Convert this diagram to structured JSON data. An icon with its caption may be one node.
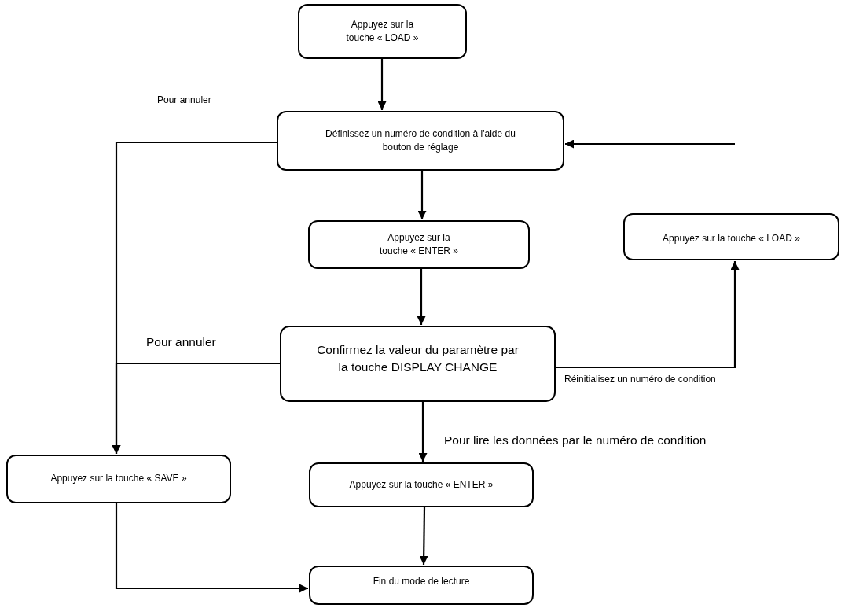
{
  "diagram": {
    "nodes": [
      {
        "text": [
          "Appuyez sur la touche « LOAD »"
        ]
      },
      {
        "text": [
          "Définissez un numéro de condition à l'aide du bouton de réglage"
        ]
      },
      {
        "text": [
          "Appuyez sur la touche « ENTER »"
        ]
      },
      {
        "text": [
          "Appuyez sur la touche « LOAD »"
        ]
      },
      {
        "text": [
          "Confirmez la valeur du paramètre par la touche DISPLAY CHANGE"
        ]
      },
      {
        "text": [
          "Appuyez sur la touche « SAVE »"
        ]
      },
      {
        "text": [
          "Appuyez sur la touche « ENTER »"
        ]
      },
      {
        "text": [
          "Fin du mode de lecture"
        ]
      }
    ],
    "edges": [
      {
        "from": 0,
        "to": 1,
        "arrow": "to"
      },
      {
        "from": null,
        "to": 1,
        "arrow": "to"
      },
      {
        "from": 1,
        "to": 5,
        "arrow": "to",
        "label": "Pour annuler"
      },
      {
        "from": 4,
        "to": 5,
        "arrow": "to",
        "label": "Pour annuler"
      },
      {
        "from": 1,
        "to": 2,
        "arrow": "to"
      },
      {
        "from": 2,
        "to": 4,
        "arrow": "to"
      },
      {
        "from": 4,
        "to": 3,
        "arrow": "to",
        "label": "Réinitialisez un numéro de condition"
      },
      {
        "from": 4,
        "to": 6,
        "arrow": "to",
        "label": "Pour lire les données par le numéro de condition"
      },
      {
        "from": 6,
        "to": 7,
        "arrow": "to"
      },
      {
        "from": 5,
        "to": 7,
        "arrow": "to"
      }
    ]
  }
}
